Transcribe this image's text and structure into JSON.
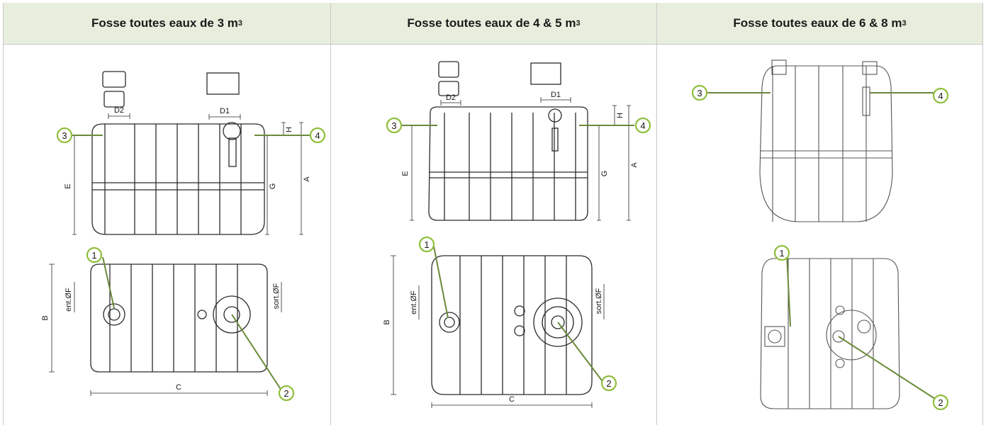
{
  "columns": [
    {
      "title": "Fosse toutes eaux de 3 m",
      "sup": "3"
    },
    {
      "title": "Fosse toutes eaux de 4 & 5 m",
      "sup": "3"
    },
    {
      "title": "Fosse toutes eaux de 6 & 8 m",
      "sup": "3"
    }
  ],
  "dimensions": {
    "A": "A",
    "B": "B",
    "C": "C",
    "D1": "D1",
    "D2": "D2",
    "E": "E",
    "G": "G",
    "H": "H",
    "inlet": "ent.ØF",
    "outlet": "sort.ØF"
  },
  "markers": {
    "m1": "1",
    "m2": "2",
    "m3": "3",
    "m4": "4"
  },
  "colors": {
    "header_bg": "#e8eede",
    "marker_green": "#8fbe3c",
    "line": "#2b2b2b",
    "border": "#c9c9c9"
  }
}
